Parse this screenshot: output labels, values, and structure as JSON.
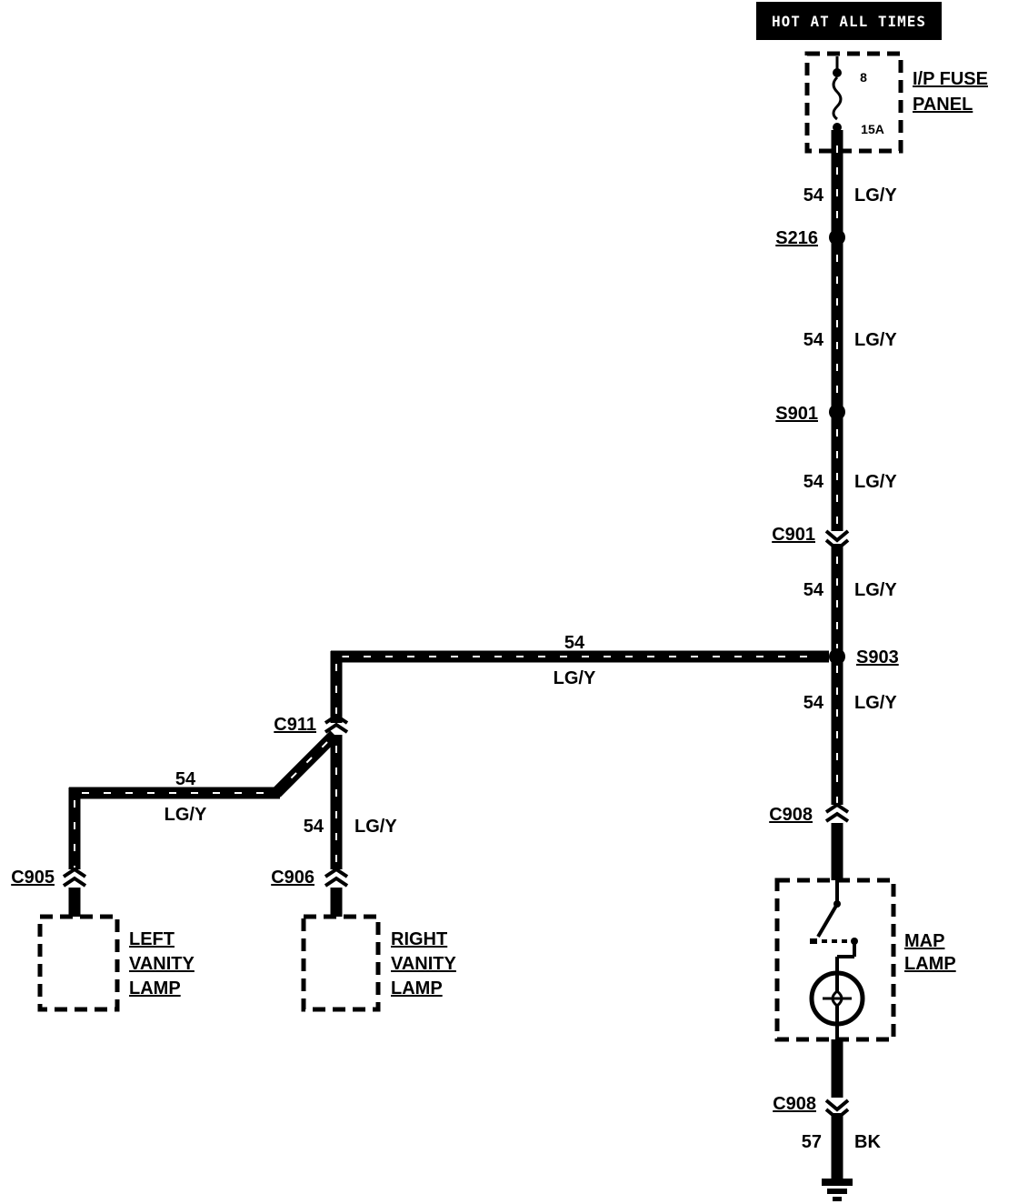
{
  "header": {
    "hot_label": "HOT AT ALL TIMES"
  },
  "fuse_panel": {
    "name_line1": "I/P FUSE",
    "name_line2": "PANEL",
    "fuse_number": "8",
    "fuse_rating": "15A"
  },
  "wires": {
    "w1": {
      "circuit": "54",
      "color": "LG/Y"
    },
    "w2": {
      "circuit": "54",
      "color": "LG/Y"
    },
    "w3": {
      "circuit": "54",
      "color": "LG/Y"
    },
    "w4": {
      "circuit": "54",
      "color": "LG/Y"
    },
    "w_horizontal": {
      "circuit": "54",
      "color": "LG/Y"
    },
    "w5": {
      "circuit": "54",
      "color": "LG/Y"
    },
    "w_left": {
      "circuit": "54",
      "color": "LG/Y"
    },
    "w_right": {
      "circuit": "54",
      "color": "LG/Y"
    },
    "w_ground": {
      "circuit": "57",
      "color": "BK"
    }
  },
  "splices": {
    "s216": "S216",
    "s901": "S901",
    "s903": "S903"
  },
  "connectors": {
    "c901": "C901",
    "c911": "C911",
    "c905": "C905",
    "c906": "C906",
    "c908_top": "C908",
    "c908_bottom": "C908"
  },
  "components": {
    "left_lamp": {
      "line1": "LEFT",
      "line2": "VANITY",
      "line3": "LAMP"
    },
    "right_lamp": {
      "line1": "RIGHT",
      "line2": "VANITY",
      "line3": "LAMP"
    },
    "map_lamp": {
      "line1": "MAP",
      "line2": "LAMP"
    }
  },
  "icons": {
    "fuse": "fuse-icon",
    "switch": "switch-icon",
    "bulb": "bulb-icon",
    "ground": "ground-icon"
  }
}
